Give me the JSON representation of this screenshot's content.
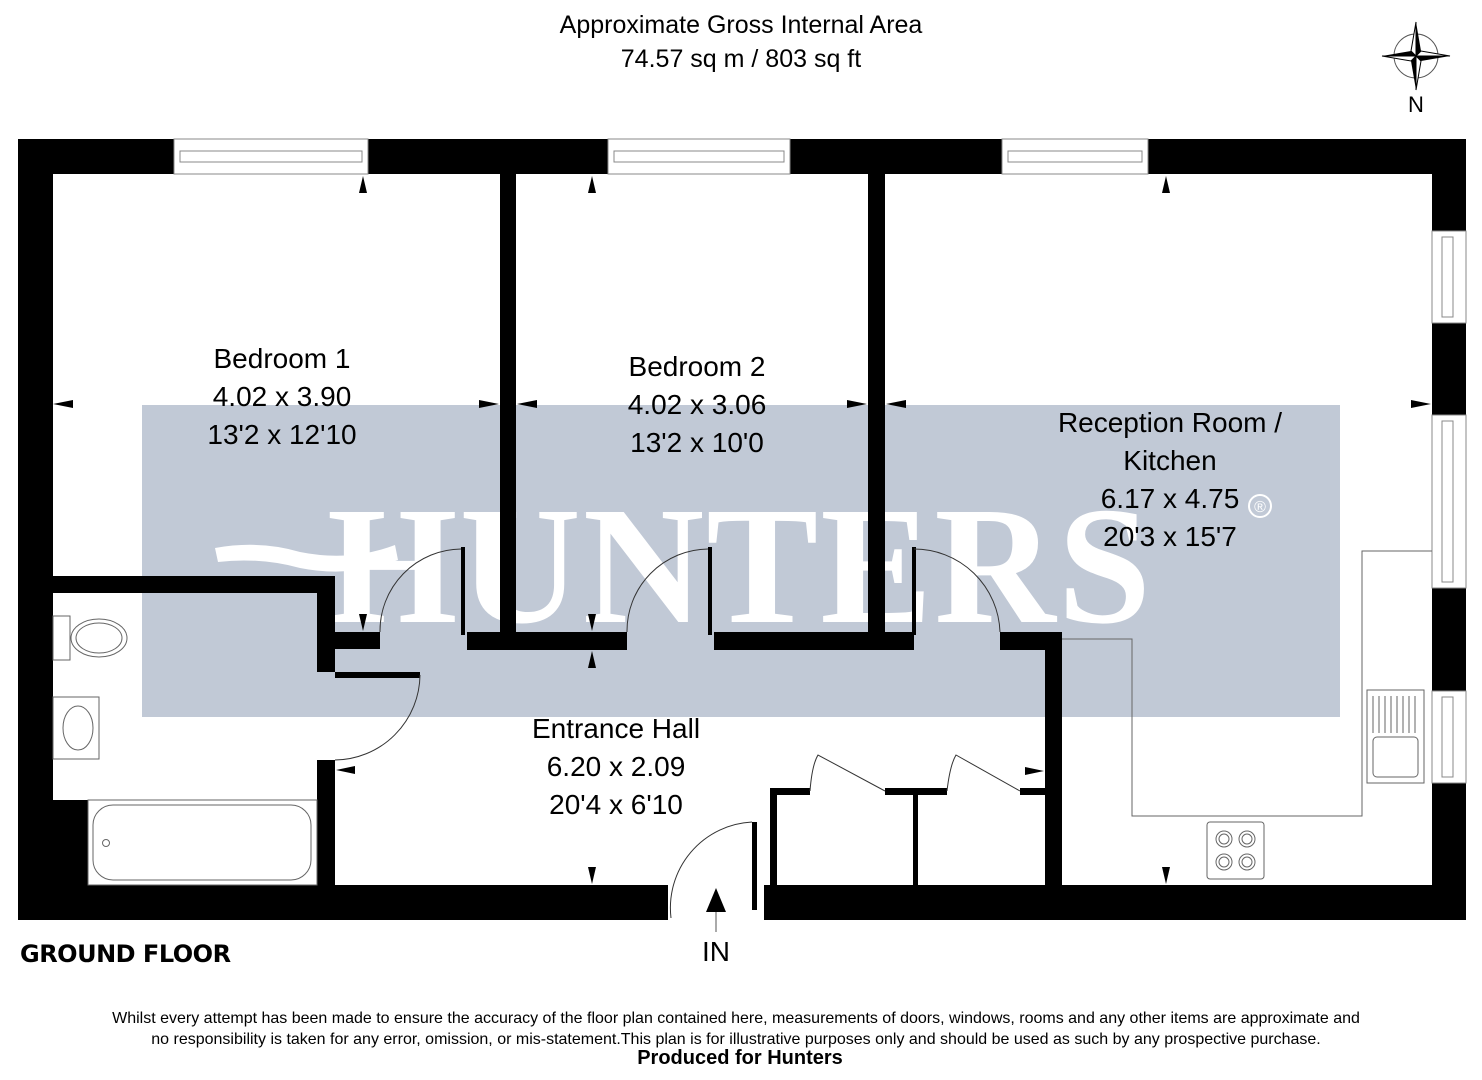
{
  "header": {
    "title": "Approximate Gross Internal Area",
    "area": "74.57 sq m / 803 sq ft"
  },
  "compass": {
    "icon": "compass-rose-icon",
    "label": "N"
  },
  "watermark": {
    "text": "HUNTERS",
    "registered": "®",
    "band_color": "#c1c9d6",
    "text_color": "#ffffff"
  },
  "rooms": [
    {
      "name": "Bedroom 1",
      "metric": "4.02 x 3.90",
      "imperial": "13'2 x 12'10"
    },
    {
      "name": "Bedroom 2",
      "metric": "4.02 x 3.06",
      "imperial": "13'2 x 10'0"
    },
    {
      "name_line1": "Reception Room /",
      "name_line2": "Kitchen",
      "metric": "6.17 x 4.75",
      "imperial": "20'3 x 15'7"
    },
    {
      "name": "Entrance Hall",
      "metric": "6.20 x 2.09",
      "imperial": "20'4 x 6'10"
    }
  ],
  "fixtures": [
    "toilet",
    "wash-basin",
    "bath",
    "hob",
    "sink-drainer",
    "kitchen-worktop"
  ],
  "floor_label": "GROUND FLOOR",
  "entrance_label": "IN",
  "footer": {
    "disclaimer_line1": "Whilst every attempt has been made to ensure the accuracy of the floor plan contained here, measurements of doors, windows, rooms and any other items are approximate and",
    "disclaimer_line2": "no responsibility is taken for any error, omission, or mis-statement.This plan is for illustrative purposes only and should be used as such by any prospective purchase.",
    "produced_by": "Produced for Hunters"
  },
  "colors": {
    "wall": "#000000",
    "background": "#ffffff",
    "fixture_line": "#707070"
  }
}
